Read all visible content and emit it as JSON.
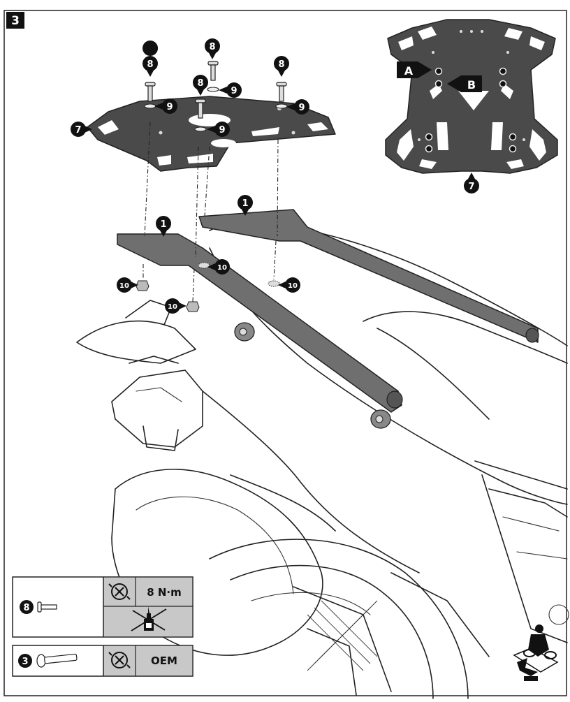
{
  "step": {
    "number": "3"
  },
  "callouts": {
    "part_1": "1",
    "part_7": "7",
    "part_8": "8",
    "part_9": "9",
    "part_10": "10",
    "point_a": "A",
    "point_b": "B"
  },
  "spec_table": {
    "row1": {
      "part": "8",
      "torque": "8 N·m"
    },
    "row2": {
      "part": "3",
      "torque": "OEM"
    }
  },
  "colors": {
    "plate": "#4a4a4a",
    "rail": "#6f6f6f",
    "badge": "#111111",
    "panel_gray": "#c8c8c8"
  },
  "icons": [
    "torque-wrench-icon",
    "no-threadlocker-icon",
    "rider-direction-icon"
  ]
}
